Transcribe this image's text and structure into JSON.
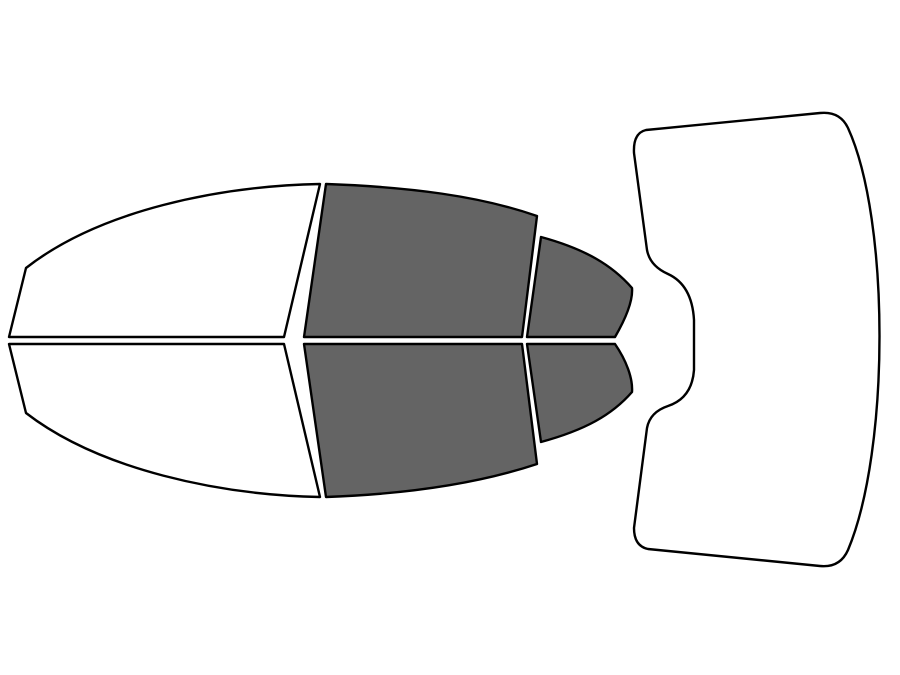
{
  "diagram": {
    "colors": {
      "background": "#ffffff",
      "outline": "#000000",
      "tinted": "#646464",
      "untinted": "#ffffff"
    },
    "panes": [
      {
        "name": "windshield-upper-half",
        "tinted": false
      },
      {
        "name": "windshield-lower-half",
        "tinted": false
      },
      {
        "name": "front-door-window-top",
        "tinted": true
      },
      {
        "name": "front-door-window-bottom",
        "tinted": true
      },
      {
        "name": "rear-door-window-top",
        "tinted": true
      },
      {
        "name": "rear-door-window-bottom",
        "tinted": true
      },
      {
        "name": "rear-window",
        "tinted": false
      }
    ]
  }
}
